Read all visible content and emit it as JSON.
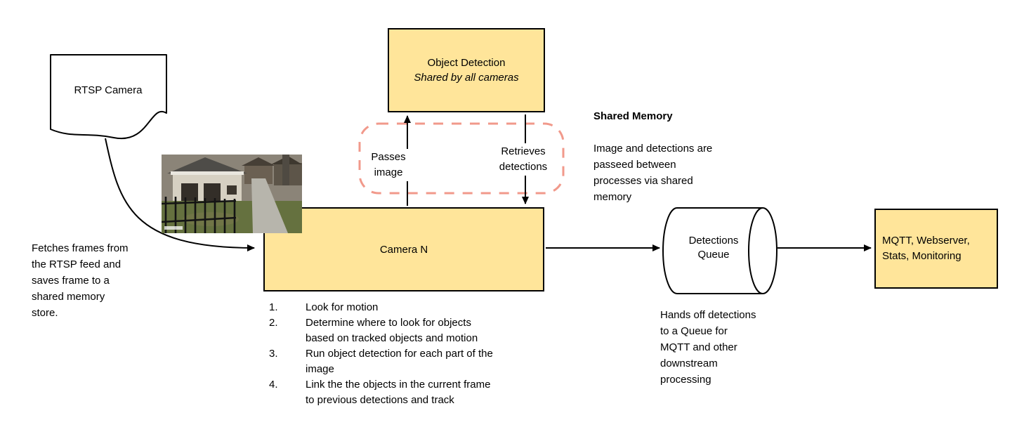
{
  "colors": {
    "node_fill": "#FFE59A",
    "node_border": "#000000",
    "dashed_border": "#F1998B",
    "arrow": "#000000"
  },
  "nodes": {
    "rtsp_camera": "RTSP Camera",
    "object_detection_title": "Object Detection",
    "object_detection_subtitle": "Shared by all cameras",
    "camera_n": "Camera N",
    "detections_queue": "Detections\nQueue",
    "mqtt": "MQTT, Webserver,\nStats, Monitoring"
  },
  "edge_labels": {
    "passes_image": "Passes\nimage",
    "retrieves_detections": "Retrieves\ndetections"
  },
  "notes": {
    "shared_memory_title": "Shared Memory",
    "shared_memory_body": "Image and detections are\npasseed between\nprocesses via shared\nmemory",
    "fetches": "Fetches frames from\nthe RTSP feed and\nsaves frame to a\nshared memory\nstore.",
    "queue_handoff": "Hands off detections\nto a Queue for\nMQTT and other\ndownstream\nprocessing"
  },
  "camera_steps": [
    {
      "num": "1.",
      "text": "Look for motion"
    },
    {
      "num": "2.",
      "text": "Determine where to look for objects\nbased on tracked objects and motion"
    },
    {
      "num": "3.",
      "text": "Run object detection for each part of the\nimage"
    },
    {
      "num": "4.",
      "text": "Link the the objects in the current frame\nto previous detections and track"
    }
  ]
}
